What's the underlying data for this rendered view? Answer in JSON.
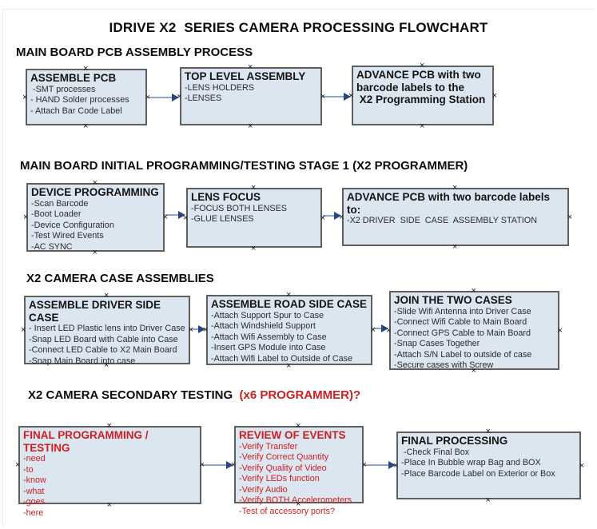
{
  "title": "IDRIVE X2  SERIES CAMERA PROCESSING FLOWCHART",
  "glyphs": {
    "anchor": "×"
  },
  "colors": {
    "box_fill": "#dce6f1",
    "box_border": "#5f5f5f",
    "arrow_line": "#8ca6c6",
    "arrow_head": "#26477e",
    "red_text": "#cc2020",
    "black_text": "#111111"
  },
  "sections": [
    {
      "heading": "MAIN BOARD PCB ASSEMBLY PROCESS",
      "boxes": [
        {
          "title": "ASSEMBLE PCB",
          "items": [
            " -SMT processes",
            "- HAND Solder processes",
            "- Attach Bar Code Label"
          ]
        },
        {
          "title": "TOP LEVEL ASSEMBLY",
          "items": [
            "-LENS HOLDERS",
            "-LENSES"
          ]
        },
        {
          "title": "ADVANCE PCB with two\nbarcode labels to the\n X2 Programming Station",
          "items": []
        }
      ]
    },
    {
      "heading": "MAIN BOARD INITIAL PROGRAMMING/TESTING STAGE 1 (X2 PROGRAMMER)",
      "boxes": [
        {
          "title": "DEVICE PROGRAMMING",
          "items": [
            "-Scan Barcode",
            "-Boot Loader",
            "-Device Configuration",
            "-Test Wired Events",
            "-AC SYNC"
          ]
        },
        {
          "title": "LENS FOCUS",
          "items": [
            "-FOCUS BOTH LENSES",
            "-GLUE LENSES"
          ]
        },
        {
          "title": "ADVANCE PCB with two barcode labels to:",
          "items": [
            "-X2 DRIVER  SIDE  CASE  ASSEMBLY STATION"
          ]
        }
      ]
    },
    {
      "heading": "X2 CAMERA CASE ASSEMBLIES",
      "boxes": [
        {
          "title": "ASSEMBLE DRIVER SIDE CASE",
          "items": [
            "- Insert LED Plastic lens into Driver Case",
            "-Snap LED Board with Cable into Case",
            "-Connect LED Cable to X2 Main Board",
            "-Snap Main Board into case"
          ]
        },
        {
          "title": "ASSEMBLE ROAD SIDE CASE",
          "items": [
            "-Attach Support Spur to Case",
            "-Attach Windshield Support",
            "-Attach Wifi Assembly to Case",
            "-Insert GPS Module into Case",
            "-Attach Wifi Label to Outside of Case"
          ]
        },
        {
          "title": "JOIN THE TWO CASES",
          "items": [
            "-Slide Wifi Antenna into Driver Case",
            "-Connect Wifi Cable to Main Board",
            "-Connect GPS Cable to Main Board",
            "-Snap Cases Together",
            "-Attach S/N Label to outside of case",
            "-Secure cases with Screw"
          ]
        }
      ]
    },
    {
      "heading": "X2 CAMERA SECONDARY TESTING  ",
      "heading_red": "(x6 PROGRAMMER)?",
      "boxes": [
        {
          "title": "FINAL PROGRAMMING / TESTING",
          "items": [
            "-need",
            "-to",
            "-know",
            "-what",
            "-goes",
            "-here"
          ]
        },
        {
          "title": "REVIEW OF EVENTS",
          "items": [
            "-Verify Transfer",
            "-Verify Correct Quantity",
            "-Verify Quality of Video",
            "-Verify LEDs function",
            "-Verify Audio",
            "-Verify BOTH Accelerometers",
            "-Test of accessory ports?"
          ]
        },
        {
          "title": "FINAL PROCESSING",
          "items": [
            " -Check Final Box",
            "-Place In Bubble wrap Bag and BOX",
            "-Place Barcode Label on Exterior or Box"
          ]
        }
      ]
    }
  ]
}
